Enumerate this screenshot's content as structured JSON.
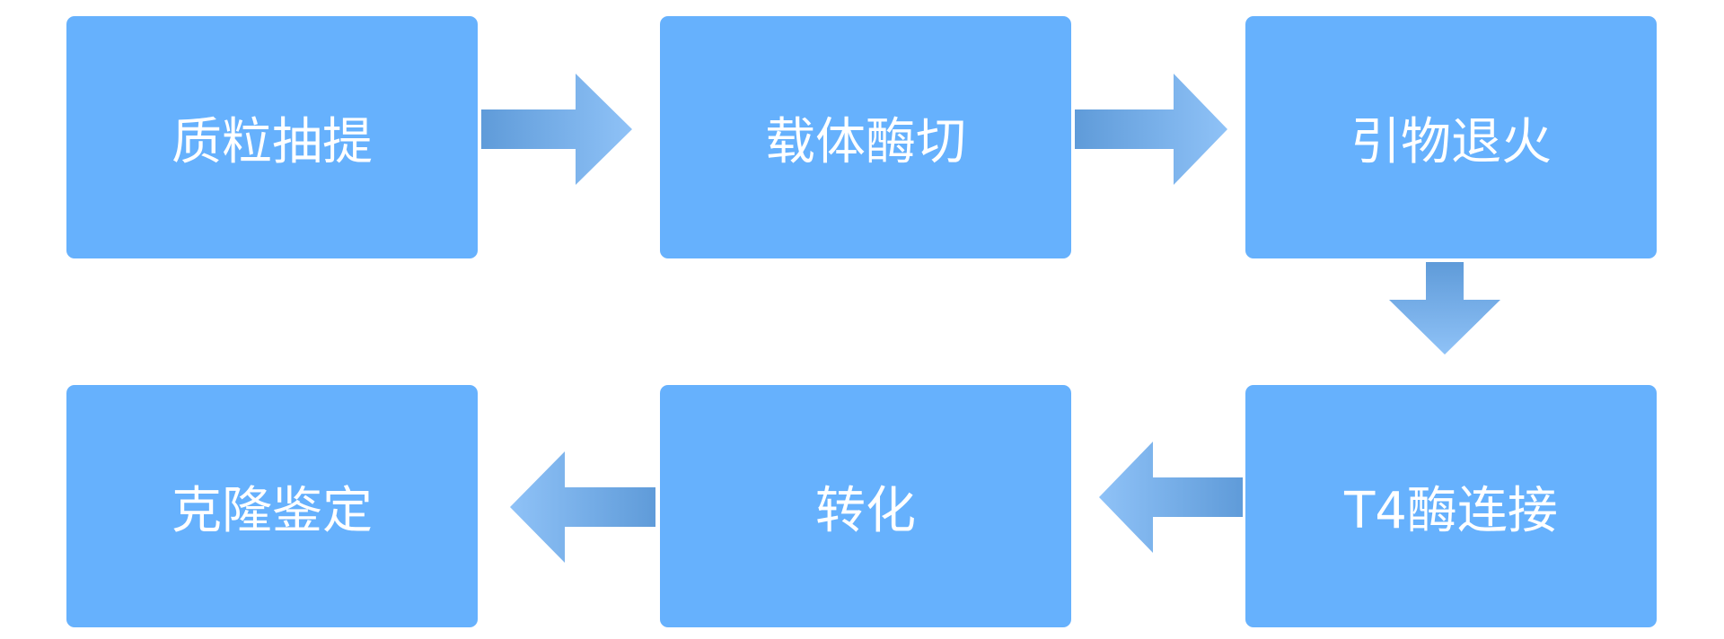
{
  "steps": [
    {
      "label": "质粒抽提"
    },
    {
      "label": "载体酶切"
    },
    {
      "label": "引物退火"
    },
    {
      "label": "T4酶连接"
    },
    {
      "label": "转化"
    },
    {
      "label": "克隆鉴定"
    }
  ],
  "colors": {
    "box_fill": "#66b1fd",
    "box_text": "#ffffff",
    "arrow_dark": "#5f9bd9",
    "arrow_light": "#8fc2f7"
  }
}
